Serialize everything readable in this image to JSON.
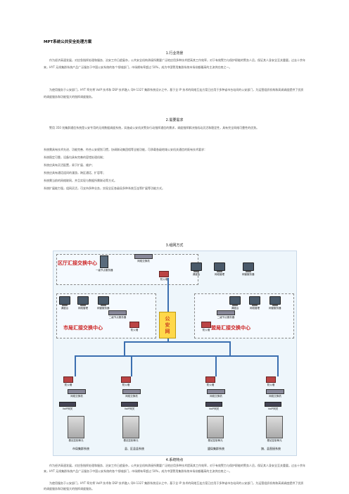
{
  "doc": {
    "title": "MPT系统公共安全处理方案",
    "sec1": {
      "heading": "1.行业背景",
      "p1": "作为经济高速发展，对应急指挥处理和服务、治安工作日趋复杂，公共安全机构承接所需要广泛地应用多种技术提高其工作效率，对于有效警力与保护职能的警务人员，保证其人身安全至关重要。过去十余年来，HYT 无线集群系统产品广泛服务于中国公安系统的各个领域部门，市场拥有率超过 50%，成为中国警用集群系统市场份额最高的主流供应商之一。",
      "p2": "为使用服务于公安部门，HYT 率先将 VoIP 技术和 DSP 技术融入 QH-1327 集群系统设计之中，基于全 IP 技术的网络互连方案已应用于多种省市台站间的公安部门，为运营组织机构和高调调度提供了优质的调度服务和功能强大的指挥调度服务。"
    },
    "sec2": {
      "heading": "2.需要需求",
      "p1": "警用 350 兆集群通信系统是公安专用的无线数据调度系统，实施或公安机关警务行动指挥通信的需求，调度指挥解决指机动灵活和稳定性，具有完全网络可靠性的优势。",
      "lines": [
        "系统需具有技术先进、功能完善、符合公安规划习惯，协调联动集团相等全能功能，可承载各级地域公安机关通信的既有技术要求：",
        "系统稳定可靠，设备均具有完善的容错处理机制；",
        "系统应具有灵活配置，易于扩展、维护；",
        "系统应具有通话组间的漫游，跨区通话、扩容等；",
        "系统需当前的网络联网，并且实现与数据所需联动等方式。",
        "系统扩展能力强，组网灵活，可支持多种业务，实现全区各级局多种系统互连等扩展等功能方式。"
      ]
    },
    "sec3": {
      "heading": "3.组网方式"
    },
    "diagram": {
      "center": "公\n安\n网",
      "zones": {
        "district": "区厅汇接交换中心",
        "city": "市局汇接交换中心",
        "county": "盟局汇接交换中心"
      },
      "labels": {
        "network_switch": "网络交换机",
        "firewall": "防火墙",
        "lvl1_switch": "一级节点服务器",
        "dispatch_station": "调度台",
        "network_mgmt": "网络管理",
        "dispatcher": "调度终端",
        "mgmt_server": "网管服务器",
        "lvl2_switch": "二级节点服务器",
        "gateway_server": "通信网关",
        "voip_gateway": "VoIP网关",
        "base_station": "基站控制单元",
        "control_unit": "基站控制单元"
      },
      "captions": [
        "市局集群系统",
        "县、区县县系统",
        "盟局集群系统",
        "旗、县直接系统"
      ]
    },
    "sec4": {
      "heading": "4.系统特点",
      "p1": "作为经济高速发展，对应急指挥处理和服务、治安工作日趋复杂，公共安全机构承接所需要广泛地应用多种技术提高其工作效率，对于有效警力与保护职能的警务人员，保证其人身安全至关重要。过去十余年来，HYT 无线集群系统产品广泛服务于中国公安系统的各个领域部门，市场拥有率超过 50%，成为中国警用集群系统市场份额最高的主流供应商之一。",
      "p2": "为使用服务于公安部门，HYT 率先将 VoIP 技术和 DSP 技术融入 QH-1327 集群系统设计之中，基于全 IP 技术的网络互连方案已应用于多种省市台站间的公安部门，为运营组织机构和高调调度提供了优质的调度服务和功能强大的指挥调度服务。"
    }
  }
}
